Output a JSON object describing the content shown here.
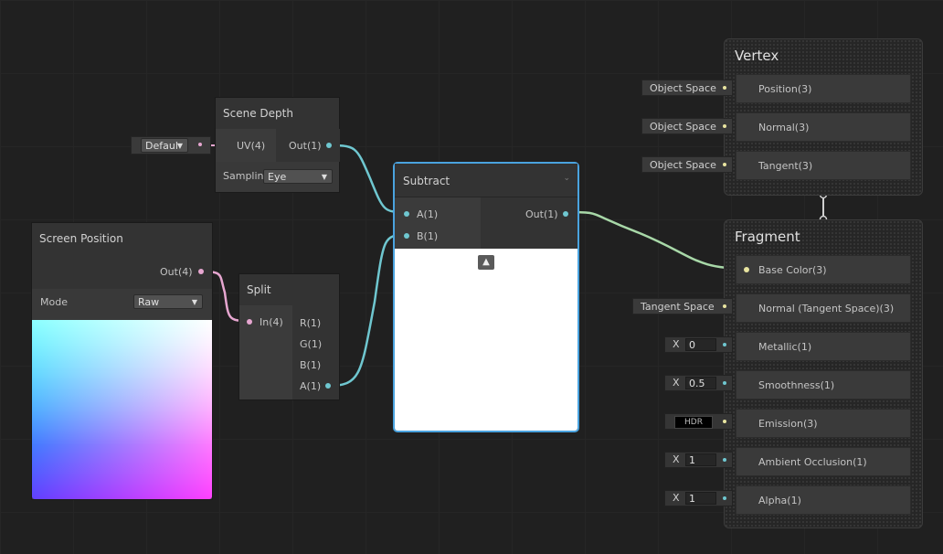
{
  "nodes": {
    "scene_depth": {
      "title": "Scene Depth",
      "uv_port": "UV(4)",
      "out_port": "Out(1)",
      "uv_default": "Defaul",
      "sampling_label": "Samplin",
      "sampling_value": "Eye"
    },
    "screen_position": {
      "title": "Screen Position",
      "out_port": "Out(4)",
      "mode_label": "Mode",
      "mode_value": "Raw"
    },
    "split": {
      "title": "Split",
      "in_port": "In(4)",
      "outputs": [
        "R(1)",
        "G(1)",
        "B(1)",
        "A(1)"
      ]
    },
    "subtract": {
      "title": "Subtract",
      "inputs": [
        "A(1)",
        "B(1)"
      ],
      "out_port": "Out(1)"
    }
  },
  "master": {
    "vertex": {
      "title": "Vertex",
      "blocks": [
        {
          "label": "Position(3)",
          "context": "Object Space"
        },
        {
          "label": "Normal(3)",
          "context": "Object Space"
        },
        {
          "label": "Tangent(3)",
          "context": "Object Space"
        }
      ]
    },
    "fragment": {
      "title": "Fragment",
      "blocks": [
        {
          "label": "Base Color(3)"
        },
        {
          "label": "Normal (Tangent Space)(3)",
          "context": "Tangent Space"
        },
        {
          "label": "Metallic(1)",
          "x": "X",
          "value": "0"
        },
        {
          "label": "Smoothness(1)",
          "x": "X",
          "value": "0.5"
        },
        {
          "label": "Emission(3)",
          "hdr": "HDR"
        },
        {
          "label": "Ambient Occlusion(1)",
          "x": "X",
          "value": "1"
        },
        {
          "label": "Alpha(1)",
          "x": "X",
          "value": "1"
        }
      ]
    }
  },
  "colors": {
    "wire_float": "#6fc7d0",
    "wire_vec4": "#e6a6d0",
    "wire_vec3": "#e8e4a0",
    "selected_outline": "#4aa3df"
  }
}
